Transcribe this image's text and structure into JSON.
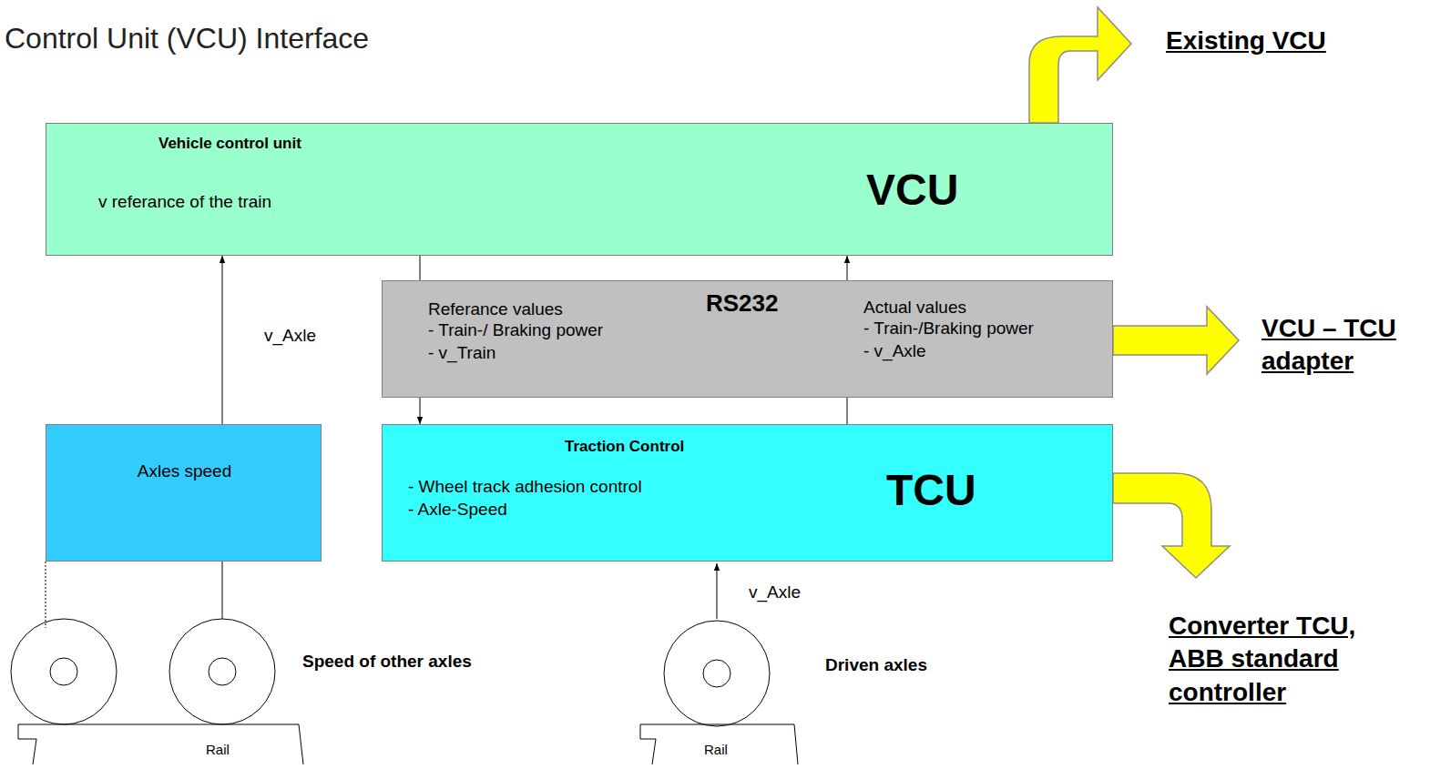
{
  "diagram": {
    "title": "Control Unit (VCU) Interface",
    "nodes": [
      {
        "text": [
          "Vehicle control unit",
          "v referance of the train",
          "VCU"
        ]
      },
      {
        "text": [
          "Referance values",
          "- Train-/ Braking power",
          "- v_Train",
          "RS232",
          "Actual values",
          "- Train-/Braking power",
          "- v_Axle"
        ]
      },
      {
        "text": [
          "Axles speed"
        ]
      },
      {
        "text": [
          "Traction Control",
          "- Wheel track adhesion control",
          "- Axle-Speed",
          "TCU"
        ]
      }
    ],
    "edges": [
      {
        "from": 2,
        "to": 0,
        "label": "v_Axle",
        "arrow": "to"
      },
      {
        "from": 0,
        "to": 3,
        "arrow": "to"
      },
      {
        "from": 3,
        "to": 0,
        "arrow": "to"
      }
    ],
    "labels": [
      "Existing VCU",
      "VCU – TCU adapter",
      "Converter TCU, ABB standard controller",
      "Speed of other axles",
      "Driven axles",
      "v_Axle",
      "Rail",
      "Rail"
    ]
  }
}
